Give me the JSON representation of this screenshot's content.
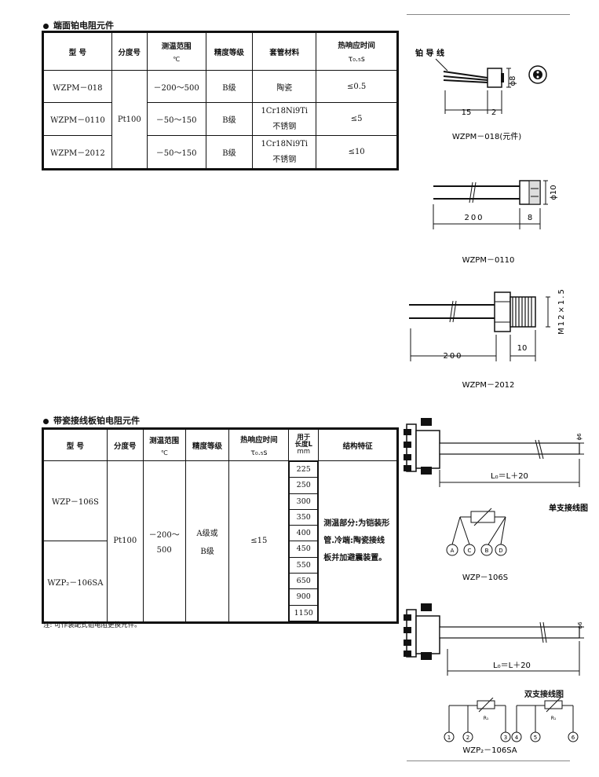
{
  "section1": {
    "title": "端面铂电阻元件",
    "headers": [
      "型 号",
      "分度号",
      "测温范围",
      "℃",
      "精度等级",
      "套管材料",
      "热响应时间",
      "τ₀.₅s"
    ],
    "graduation": "Pt100",
    "rows": [
      {
        "model": "WZPM－018",
        "range": "－200～500",
        "accuracy": "B级",
        "material1": "陶瓷",
        "material2": "",
        "response": "≤0.5"
      },
      {
        "model": "WZPM－0110",
        "range": "－50～150",
        "accuracy": "B级",
        "material1": "1Cr18Ni9Ti",
        "material2": "不锈钢",
        "response": "≤5"
      },
      {
        "model": "WZPM－2012",
        "range": "－50～150",
        "accuracy": "B级",
        "material1": "1Cr18Ni9Ti",
        "material2": "不锈钢",
        "response": "≤10"
      }
    ]
  },
  "section2": {
    "title": "带瓷接线板铂电阻元件",
    "headers": [
      "型 号",
      "分度号",
      "测温范围",
      "℃",
      "精度等级",
      "热响应时间",
      "τ₀.₅s",
      "用于",
      "长度L",
      "mm",
      "结构特征"
    ],
    "model1": "WZP－106S",
    "model2": "WZP₂－106SA",
    "graduation": "Pt100",
    "range1": "－200～",
    "range2": "500",
    "accuracy1": "A级或",
    "accuracy2": "B级",
    "response": "≤15",
    "lengths": [
      "225",
      "250",
      "300",
      "350",
      "400",
      "450",
      "550",
      "650",
      "900",
      "1150"
    ],
    "structure": "测温部分:为铠装形管.冷端:陶瓷接线板并加避震装置。"
  },
  "note": "注: 可作装配式铂电阻更换元件。",
  "figures": {
    "lead_label": "铂 导 线",
    "f1_caption": "WZPM－018(元件)",
    "f1_dims": [
      "15",
      "2",
      "ϕ8"
    ],
    "f2_caption": "WZPM－0110",
    "f2_dims": [
      "200",
      "8",
      "ϕ10"
    ],
    "f3_caption": "WZPM－2012",
    "f3_dims": [
      "200",
      "10",
      "M12×1.5"
    ],
    "f4_dim": "L₀＝L＋20",
    "f4_dia": "ϕ6",
    "f4_caption": "单支接线图",
    "f5_caption": "WZP－106S",
    "f5_terminals": [
      "A",
      "C",
      "B",
      "D"
    ],
    "f6_dim": "L₀＝L＋20",
    "f6_dia": "ϕ6",
    "f6_caption": "双支接线图",
    "f7_caption": "WZP₂－106SA",
    "f7_terminals": [
      "1",
      "2",
      "3",
      "4",
      "5",
      "6"
    ],
    "resistor": "R₁"
  }
}
